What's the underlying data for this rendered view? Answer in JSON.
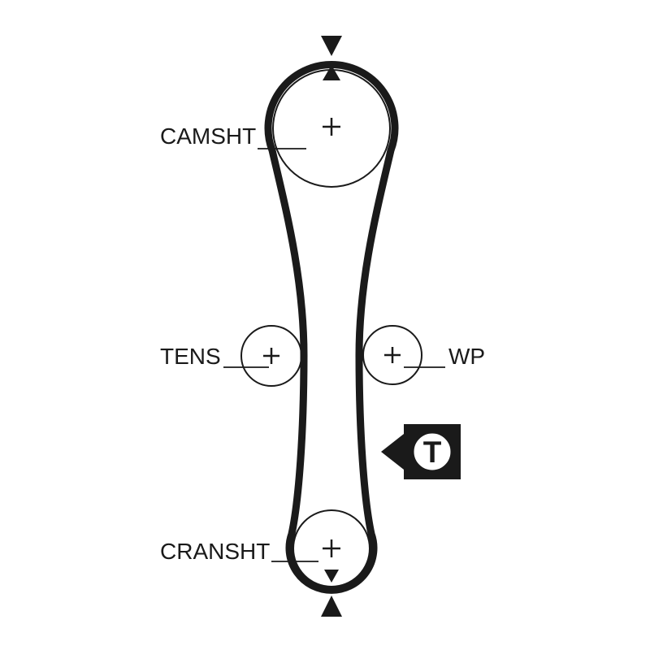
{
  "diagram": {
    "labels": {
      "camshaft": "CAMSHT",
      "tensioner": "TENS",
      "water_pump": "WP",
      "crankshaft": "CRANSHT"
    },
    "badge": {
      "letter": "T"
    },
    "colors": {
      "line": "#1a1a1a",
      "background": "#ffffff",
      "badge_background": "#1a1a1a",
      "badge_circle": "#ffffff"
    }
  }
}
